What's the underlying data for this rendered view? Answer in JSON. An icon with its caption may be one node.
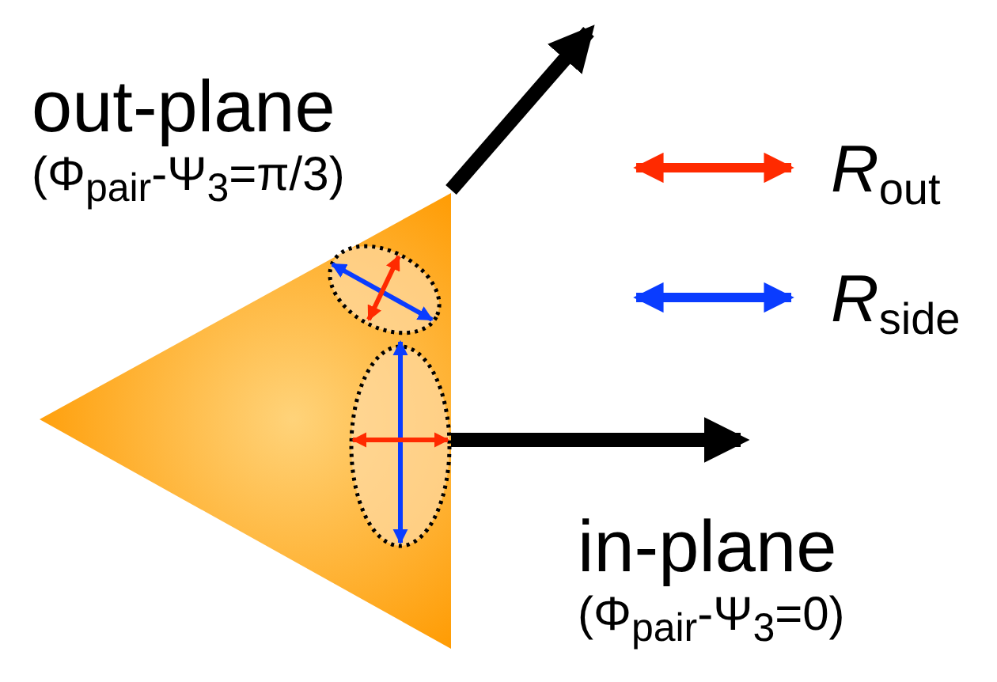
{
  "diagram": {
    "labels": [
      "out-plane",
      "(Φ$_{pair}$-Ψ$_{3}$=π/3)",
      "in-plane",
      "(Φ$_{pair}$-Ψ$_{3}$=0)"
    ],
    "legend": [
      {
        "text": "*R*$_{out}$"
      },
      {
        "text": "*R*$_{side}$"
      }
    ]
  }
}
